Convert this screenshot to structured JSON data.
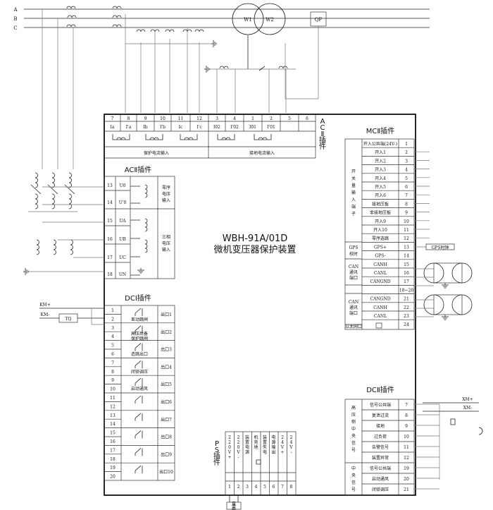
{
  "bus": {
    "a": "A",
    "b": "B",
    "c": "C"
  },
  "transformer": {
    "w1": "W1",
    "w2": "W2",
    "breaker": "QF"
  },
  "top_terminals": {
    "numbers": [
      "7",
      "8",
      "9",
      "10",
      "11",
      "12",
      "3",
      "4",
      "1",
      "2",
      "5",
      "6"
    ],
    "labels": [
      "Ia",
      "I'a",
      "Ib",
      "I'b",
      "Ic",
      "I'c",
      "I02",
      "I'02",
      "I01",
      "I'01"
    ],
    "group1": "保护电流输入",
    "group2": "接地电流输入",
    "plugin_label": "ACⅡ插件"
  },
  "device": {
    "model": "WBH-91A/01D",
    "name": "微机变压器保护装置"
  },
  "ac2": {
    "title": "ACⅡ插件",
    "rows": [
      {
        "num": "13",
        "label": "U0"
      },
      {
        "num": "14",
        "label": "U'0"
      },
      {
        "num": "15",
        "label": "UA"
      },
      {
        "num": "16",
        "label": "UB"
      },
      {
        "num": "17",
        "label": "UC"
      },
      {
        "num": "18",
        "label": "UN"
      }
    ],
    "zero_seq": [
      "零序",
      "电压",
      "输入"
    ],
    "three_phase": [
      "三相",
      "电压",
      "输入"
    ]
  },
  "dc1": {
    "title": "DCⅠ插件",
    "nums": [
      "1",
      "2",
      "3",
      "4",
      "5",
      "6",
      "7",
      "8",
      "9",
      "10",
      "11",
      "12",
      "13",
      "14",
      "15",
      "16",
      "17",
      "18",
      "19",
      "20"
    ],
    "relays": [
      "差动跳闸",
      "高压后备",
      "保护跳闸",
      "造跳出口",
      "闭锁调压",
      "启动通风"
    ],
    "outputs": [
      "出口1",
      "出口2",
      "出口3",
      "出口4",
      "出口5",
      "出口6",
      "出口7",
      "出口8",
      "出口9",
      "出口10"
    ],
    "km_plus": "KM+",
    "km_minus": "KM-",
    "tq": "TQ"
  },
  "mc2": {
    "title": "MCⅡ插件",
    "rows": [
      {
        "label": "开入公共端(24V-)",
        "num": "1"
      },
      {
        "label": "开入1",
        "num": "2"
      },
      {
        "label": "开入2",
        "num": "3"
      },
      {
        "label": "开入3",
        "num": "4"
      },
      {
        "label": "开入4",
        "num": "5"
      },
      {
        "label": "开入5",
        "num": "6"
      },
      {
        "label": "开入6",
        "num": "7"
      },
      {
        "label": "接地压板",
        "num": "8"
      },
      {
        "label": "非接地压板",
        "num": "9"
      },
      {
        "label": "开入9",
        "num": "10"
      },
      {
        "label": "开入10",
        "num": "11"
      },
      {
        "label": "零序选跳",
        "num": "12"
      },
      {
        "label": "GPS+",
        "num": "13"
      },
      {
        "label": "GPS-",
        "num": "14"
      },
      {
        "label": "CANH",
        "num": "15"
      },
      {
        "label": "CANL",
        "num": "16"
      },
      {
        "label": "CANGND",
        "num": "17"
      },
      {
        "label": "",
        "num": "18~20"
      },
      {
        "label": "CANGND",
        "num": "21"
      },
      {
        "label": "CANH",
        "num": "22"
      },
      {
        "label": "CANL",
        "num": "23"
      },
      {
        "label": "",
        "num": "24"
      }
    ],
    "switch_input": "开关量输入端子",
    "gps": [
      "GPS",
      "校时"
    ],
    "can1": [
      "CAN",
      "通讯",
      "端口"
    ],
    "can2": [
      "CAN",
      "通讯",
      "端口"
    ],
    "ethernet": "以太网口",
    "gps_clock": "GPS时钟"
  },
  "dc2": {
    "title": "DCⅡ插件",
    "rows": [
      {
        "label": "信号公共端",
        "num": "7"
      },
      {
        "label": "复泄过流",
        "num": "8"
      },
      {
        "label": "接地",
        "num": "9"
      },
      {
        "label": "过负荷",
        "num": "10"
      },
      {
        "label": "告警信号",
        "num": "11"
      },
      {
        "label": "装置异常",
        "num": "12"
      },
      {
        "label": "信号公共端",
        "num": "19"
      },
      {
        "label": "启动通风",
        "num": "20"
      },
      {
        "label": "闭锁调压",
        "num": "21"
      }
    ],
    "hv_group": "高压侧中央信号",
    "center_group": "中央信号",
    "xm_plus": "XM+",
    "xm_minus": "XM-"
  },
  "ps": {
    "title": "PS插件",
    "cols": [
      "220V+",
      "220V-",
      "装置电源",
      "机壳地",
      "装置失电",
      "电源输出",
      "24V+",
      "24V-"
    ],
    "nums": [
      "1",
      "2",
      "3",
      "4",
      "5",
      "6",
      "7",
      "8"
    ],
    "power_in": "直流电源"
  }
}
